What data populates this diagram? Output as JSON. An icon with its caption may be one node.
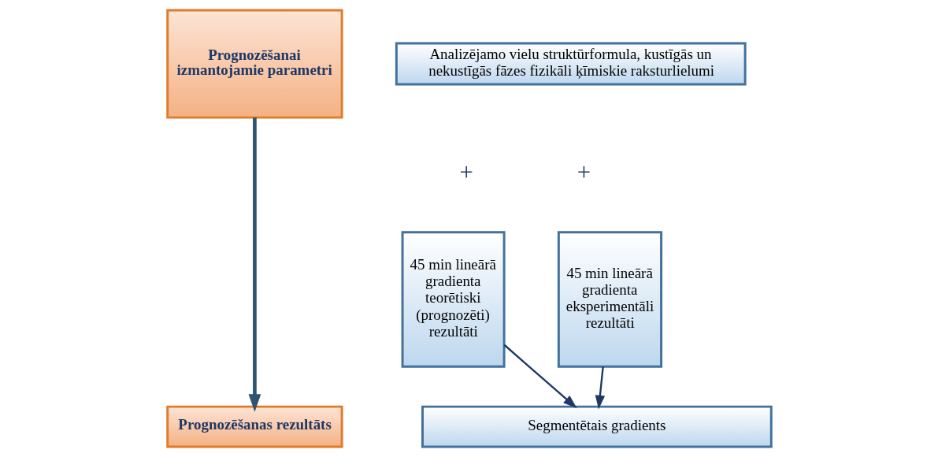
{
  "diagram": {
    "nodes": [
      {
        "text": [
          "Prognozēšanai izmantojamie parametri"
        ]
      },
      {
        "text": [
          "Analizējamo vielu struktūrformula, kustīgās un nekustīgās fāzes fizikāli ķīmiskie raksturlielumi"
        ]
      },
      {
        "text": [
          "45 min lineārā gradienta teorētiski (prognozēti) rezultāti"
        ]
      },
      {
        "text": [
          "45 min lineārā gradienta eksperimentāli rezultāti"
        ]
      },
      {
        "text": [
          "Prognozēšanas rezultāts"
        ]
      },
      {
        "text": [
          "Segmentētais gradients"
        ]
      }
    ],
    "edges": [
      {
        "from": 0,
        "to": 4,
        "arrow": "to",
        "style": "thick"
      },
      {
        "from": 2,
        "to": 5,
        "arrow": "to"
      },
      {
        "from": 3,
        "to": 5,
        "arrow": "to"
      }
    ],
    "labels": [
      "+",
      "+"
    ]
  }
}
